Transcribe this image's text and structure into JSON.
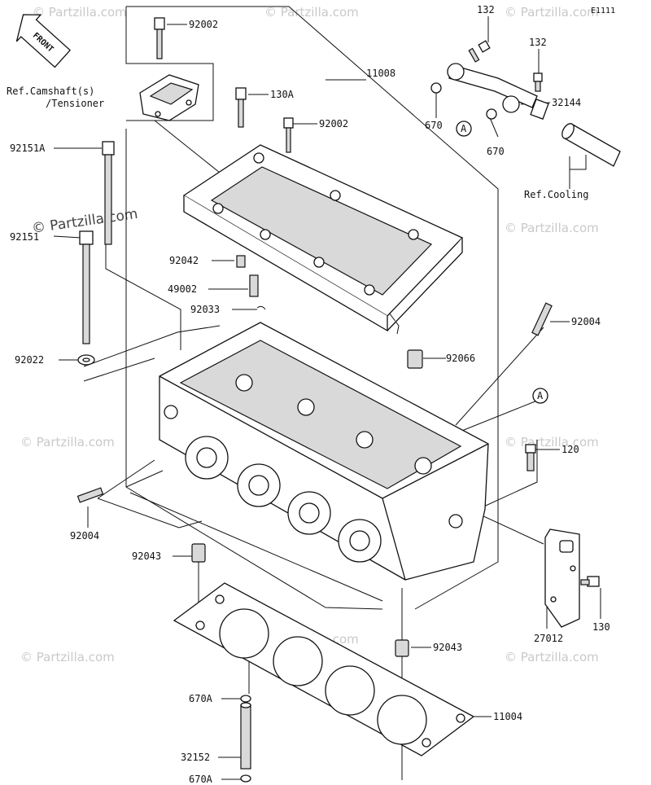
{
  "diagram_code": "E1111",
  "front_label": "FRONT",
  "watermark": "© Partzilla.com",
  "colors": {
    "ink": "#111111",
    "watermark": "#c9c9c9",
    "shade": "#d9d9d9"
  },
  "callouts": {
    "c92002_top": "92002",
    "c132_a": "132",
    "c132_b": "132",
    "c11008": "11008",
    "c130A": "130A",
    "c32144": "32144",
    "c92002_mid": "92002",
    "c670_a": "670",
    "c670_b": "670",
    "c92151A": "92151A",
    "c92151": "92151",
    "c92042": "92042",
    "c49002": "49002",
    "c92033": "92033",
    "c92004_r": "92004",
    "c92022": "92022",
    "c92066": "92066",
    "c120": "120",
    "c92004_l": "92004",
    "c92043_l": "92043",
    "c92043_r": "92043",
    "c27012": "27012",
    "c130": "130",
    "c670A_a": "670A",
    "c670A_b": "670A",
    "c32152": "32152",
    "c11004": "11004"
  },
  "references": {
    "camshaft_1": "Ref.Camshaft(s)",
    "camshaft_2": "/Tensioner",
    "cooling": "Ref.Cooling"
  },
  "markers": {
    "a1": "A",
    "a2": "A"
  }
}
